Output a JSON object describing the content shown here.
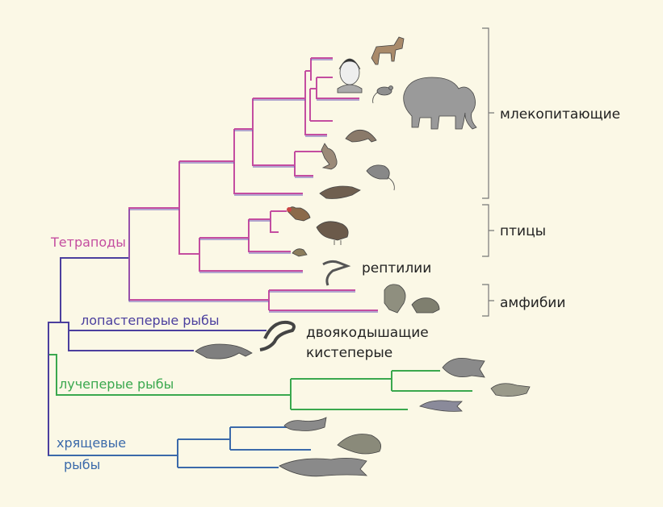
{
  "colors": {
    "background": "#fbf8e6",
    "tetrapods": "#c44da0",
    "lobe_finned": "#4b3f9e",
    "ray_finned": "#3aa84e",
    "cartilaginous": "#3b6aaa",
    "text": "#222222"
  },
  "labels": {
    "mammals": "млекопитающие",
    "birds": "птицы",
    "reptiles": "рептилии",
    "amphibians": "амфибии",
    "lungfish": "двоякодышащие",
    "coelacanths": "кистеперые",
    "tetrapods": "Тетраподы",
    "lobe_finned": "лопастеперые рыбы",
    "ray_finned": "лучеперые рыбы",
    "cartilaginous_1": "хрящевые",
    "cartilaginous_2": "рыбы"
  },
  "icons": [
    "woman-portrait-icon",
    "dog-icon",
    "mouse-icon",
    "elephant-icon",
    "armadillo-icon",
    "kangaroo-icon",
    "opossum-icon",
    "platypus-icon",
    "rooster-icon",
    "turkey-icon",
    "small-bird-icon",
    "lizard-icon",
    "frog-icon",
    "toad-icon",
    "lungfish-icon",
    "coelacanth-icon",
    "tilapia-icon",
    "pufferfish-icon",
    "zebrafish-icon",
    "elephant-shark-icon",
    "stingray-icon",
    "dogfish-shark-icon"
  ]
}
